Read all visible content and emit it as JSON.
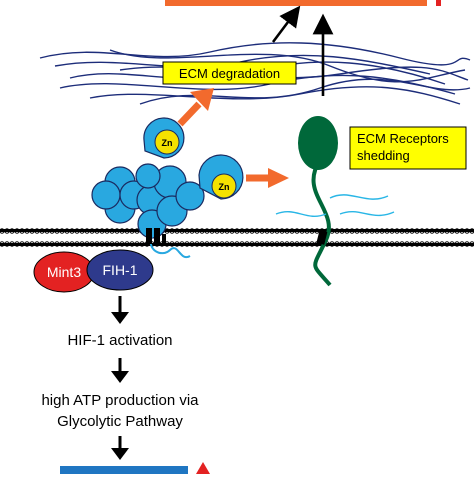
{
  "diagram": {
    "labels": {
      "ecm_degradation": "ECM degradation",
      "ecm_receptors_line1": "ECM Receptors",
      "ecm_receptors_line2": "shedding",
      "zn_top": "Zn",
      "zn_right": "Zn",
      "mint3": "Mint3",
      "fih1": "FIH-1",
      "hif1": "HIF-1 activation",
      "atp_line1": "high ATP production via",
      "atp_line2": "Glycolytic Pathway"
    },
    "colors": {
      "mmp_protein": "#29a8e0",
      "zn_ion": "#f5e100",
      "ecm_fibers": "#1d2d7a",
      "highlight_box": "#ffff00",
      "orange_arrow": "#f26a2d",
      "top_orange_bar": "#f26a2d",
      "receptor": "#00683a",
      "mint3": "#e32222",
      "fih1": "#2e3a8c",
      "bottom_blue_bar": "#1f76c2",
      "red_marker": "#e32222",
      "membrane": "#000000"
    }
  }
}
